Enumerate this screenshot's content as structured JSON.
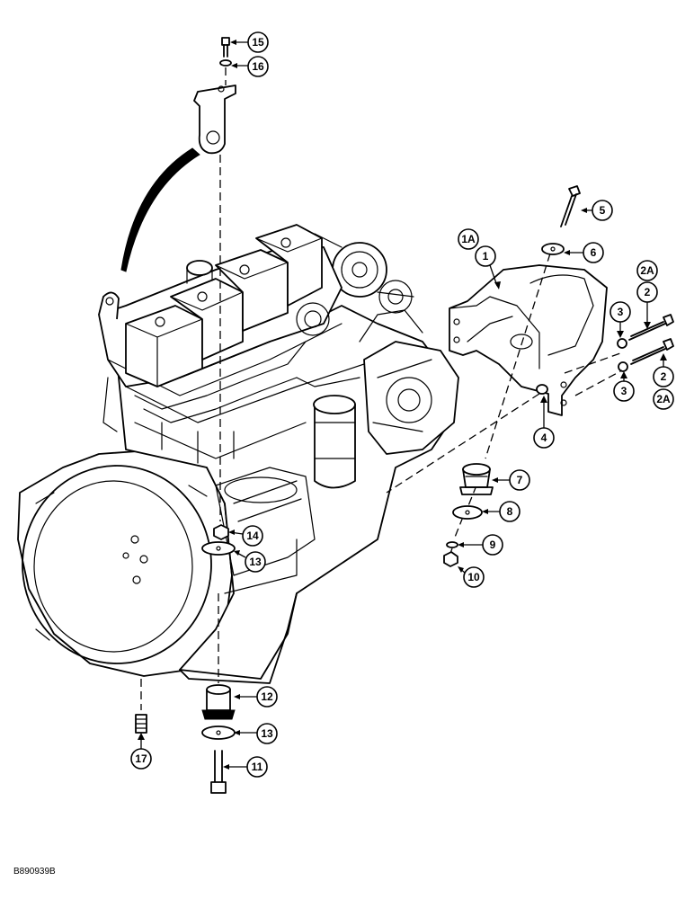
{
  "figure_code": "B890939B",
  "callouts": [
    {
      "id": "c15",
      "label": "15"
    },
    {
      "id": "c16",
      "label": "16"
    },
    {
      "id": "c5",
      "label": "5"
    },
    {
      "id": "c6",
      "label": "6"
    },
    {
      "id": "c1A",
      "label": "1A"
    },
    {
      "id": "c1",
      "label": "1"
    },
    {
      "id": "c2A-top",
      "label": "2A"
    },
    {
      "id": "c2-top",
      "label": "2"
    },
    {
      "id": "c3-top",
      "label": "3"
    },
    {
      "id": "c2-bottom",
      "label": "2"
    },
    {
      "id": "c3-bottom",
      "label": "3"
    },
    {
      "id": "c2A-bottom",
      "label": "2A"
    },
    {
      "id": "c4",
      "label": "4"
    },
    {
      "id": "c7",
      "label": "7"
    },
    {
      "id": "c8",
      "label": "8"
    },
    {
      "id": "c9",
      "label": "9"
    },
    {
      "id": "c10",
      "label": "10"
    },
    {
      "id": "c14",
      "label": "14"
    },
    {
      "id": "c13-top",
      "label": "13"
    },
    {
      "id": "c12",
      "label": "12"
    },
    {
      "id": "c13-bottom",
      "label": "13"
    },
    {
      "id": "c11",
      "label": "11"
    },
    {
      "id": "c17",
      "label": "17"
    }
  ]
}
